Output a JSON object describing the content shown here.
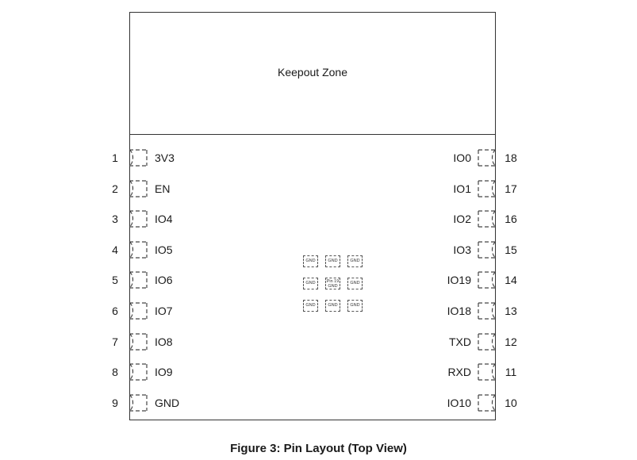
{
  "keepout": {
    "label": "Keepout Zone"
  },
  "pins_left": [
    {
      "num": "1",
      "name": "3V3"
    },
    {
      "num": "2",
      "name": "EN"
    },
    {
      "num": "3",
      "name": "IO4"
    },
    {
      "num": "4",
      "name": "IO5"
    },
    {
      "num": "5",
      "name": "IO6"
    },
    {
      "num": "6",
      "name": "IO7"
    },
    {
      "num": "7",
      "name": "IO8"
    },
    {
      "num": "8",
      "name": "IO9"
    },
    {
      "num": "9",
      "name": "GND"
    }
  ],
  "pins_right": [
    {
      "num": "18",
      "name": "IO0"
    },
    {
      "num": "17",
      "name": "IO1"
    },
    {
      "num": "16",
      "name": "IO2"
    },
    {
      "num": "15",
      "name": "IO3"
    },
    {
      "num": "14",
      "name": "IO19"
    },
    {
      "num": "13",
      "name": "IO18"
    },
    {
      "num": "12",
      "name": "TXD"
    },
    {
      "num": "11",
      "name": "RXD"
    },
    {
      "num": "10",
      "name": "IO10"
    }
  ],
  "gnd_pads": [
    {
      "label": "GND"
    },
    {
      "label": "GND"
    },
    {
      "label": "GND"
    },
    {
      "label": "GND"
    },
    {
      "label": "Pin 19 GND"
    },
    {
      "label": "GND"
    },
    {
      "label": "GND"
    },
    {
      "label": "GND"
    },
    {
      "label": "GND"
    }
  ],
  "caption": "Figure 3: Pin Layout (Top View)"
}
